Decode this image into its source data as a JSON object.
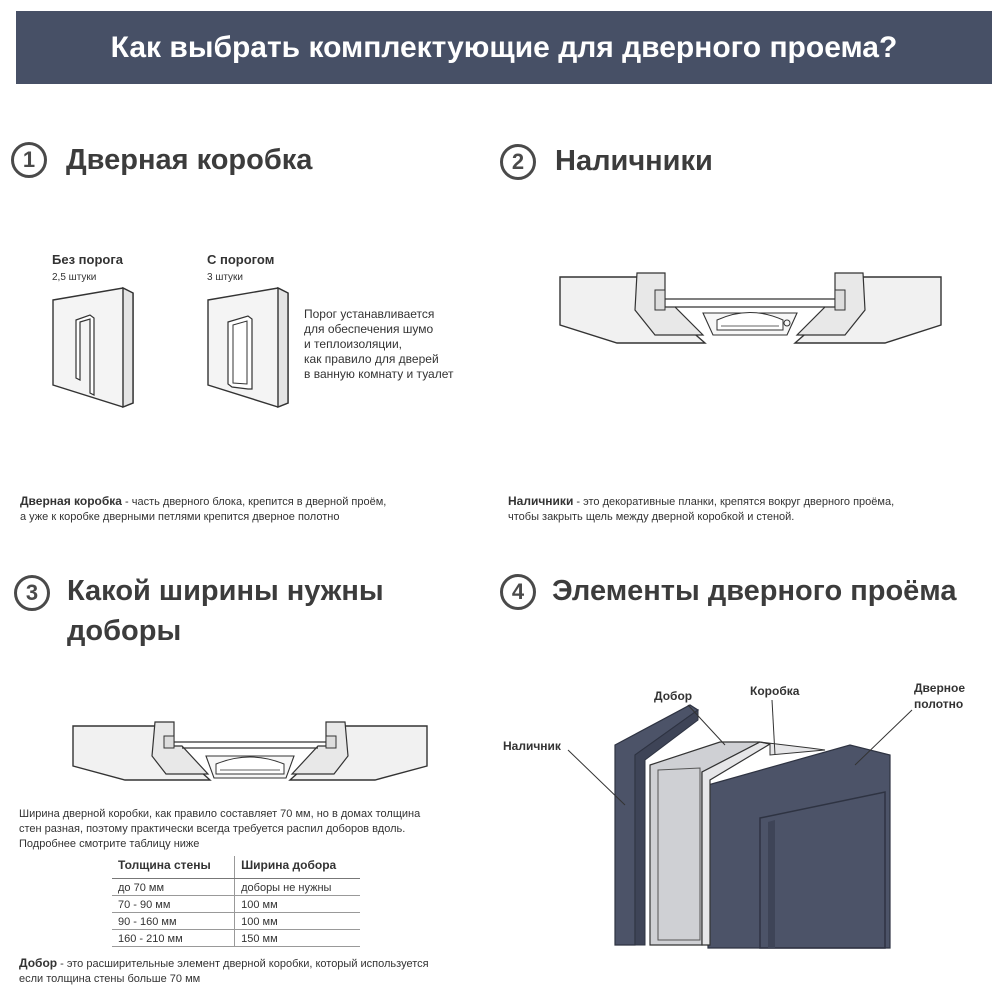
{
  "header": {
    "title": "Как выбрать комплектующие для дверного проема?"
  },
  "sections": [
    {
      "num": "1",
      "title": "Дверная коробка"
    },
    {
      "num": "2",
      "title": "Наличники"
    },
    {
      "num": "3",
      "title_line1": "Какой ширины нужны",
      "title_line2": "доборы"
    },
    {
      "num": "4",
      "title": "Элементы дверного проёма"
    }
  ],
  "frame": {
    "no_threshold_title": "Без порога",
    "no_threshold_count": "2,5 штуки",
    "threshold_title": "С порогом",
    "threshold_count": "3 штуки",
    "note_lines": [
      "Порог устанавливается",
      "для обеспечения шумо",
      "и теплоизоляции,",
      "как правило для дверей",
      "в ванную комнату и туалет"
    ],
    "desc_term": "Дверная коробка",
    "desc_rest1": " - часть дверного блока, крепится в дверной проём,",
    "desc_line2": "а уже к коробке дверными петлями крепится дверное полотно"
  },
  "casing": {
    "desc_term": "Наличники",
    "desc_rest1": " - это декоративные планки, крепятся вокруг дверного проёма,",
    "desc_line2": "чтобы закрыть щель между дверной коробкой и стеной."
  },
  "extension": {
    "para_lines": [
      "Ширина дверной коробки, как правило составляет 70 мм, но в домах толщина",
      "стен разная, поэтому практически всегда требуется распил доборов  вдоль.",
      "Подробнее смотрите таблицу ниже"
    ],
    "table_headers": [
      "Толщина стены",
      "Ширина добора"
    ],
    "table_rows": [
      [
        "до 70 мм",
        "доборы не нужны"
      ],
      [
        "70 - 90 мм",
        "100 мм"
      ],
      [
        "90 - 160 мм",
        "100 мм"
      ],
      [
        "160 - 210 мм",
        "150 мм"
      ]
    ],
    "desc_term": "Добор",
    "desc_rest1": " - это расширительные элемент дверной коробки, который используется",
    "desc_line2": "если толщина стены больше  70 мм"
  },
  "elements": {
    "label_dobor": "Добор",
    "label_korobka": "Коробка",
    "label_polotno_1": "Дверное",
    "label_polotno_2": "полотно",
    "label_nalichnik": "Наличник"
  },
  "colors": {
    "header_bg": "#475066",
    "door_dark": "#4c5368",
    "door_light": "#cfd0d4"
  }
}
